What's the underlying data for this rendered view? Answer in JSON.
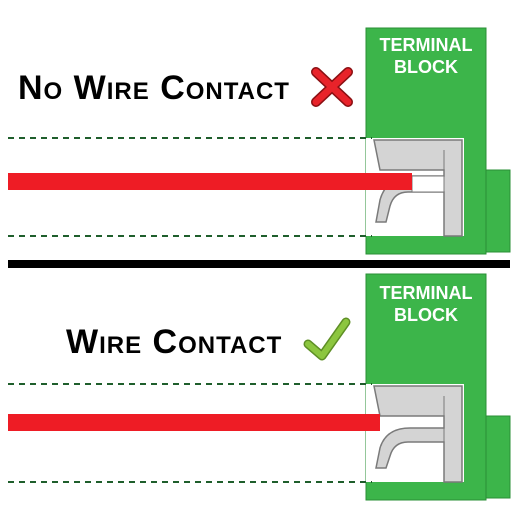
{
  "colors": {
    "block_green": "#3cb54a",
    "block_edge": "#2a8f36",
    "wire_red": "#ee1c25",
    "contact_gray": "#d4d4d4",
    "contact_edge": "#7a7a7a",
    "guide_green": "#1f5e2c",
    "cross_red": "#e8232a",
    "check_green": "#8cc63f",
    "divider": "#000000"
  },
  "panels": [
    {
      "caption": "No Wire Contact",
      "status_icon": "cross-mark-icon",
      "block_label_line1": "TERMINAL",
      "block_label_line2": "BLOCK",
      "wire_touches_contact": false
    },
    {
      "caption": "Wire Contact",
      "status_icon": "check-mark-icon",
      "block_label_line1": "TERMINAL",
      "block_label_line2": "BLOCK",
      "wire_touches_contact": true
    }
  ]
}
